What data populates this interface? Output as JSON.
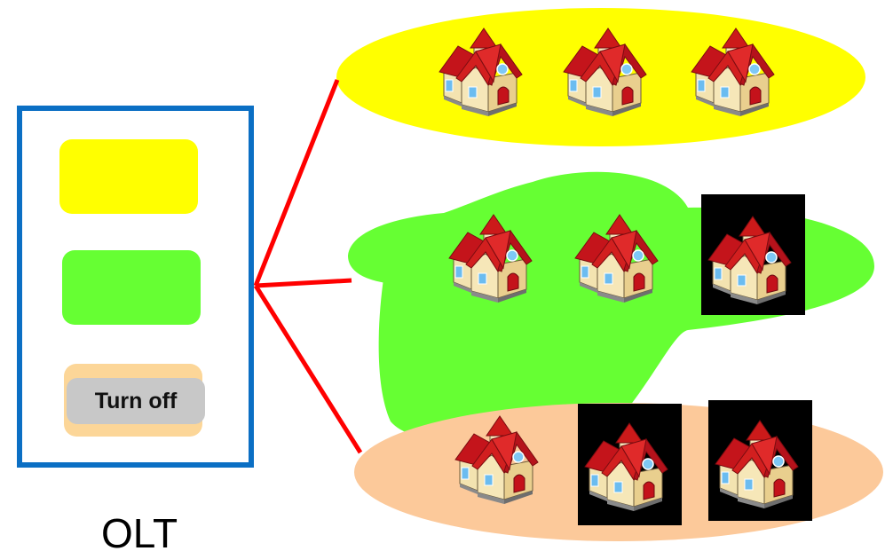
{
  "olt": {
    "label": "OLT",
    "turn_off_label": "Turn off"
  },
  "colors": {
    "olt_border": "#0b6fc4",
    "yellow_group": "#ffff00",
    "green_group": "#66ff33",
    "peach_group": "#fcc99a",
    "turn_off_button": "#c8c8c8",
    "fiber_line": "#ff0000"
  },
  "groups": [
    {
      "color": "yellow",
      "houses": [
        {
          "state": "on"
        },
        {
          "state": "on"
        },
        {
          "state": "on"
        }
      ]
    },
    {
      "color": "green",
      "houses": [
        {
          "state": "on"
        },
        {
          "state": "on"
        },
        {
          "state": "off"
        }
      ]
    },
    {
      "color": "peach",
      "houses": [
        {
          "state": "on"
        },
        {
          "state": "off"
        },
        {
          "state": "off"
        }
      ]
    }
  ],
  "icons": {
    "house": "house-icon"
  }
}
